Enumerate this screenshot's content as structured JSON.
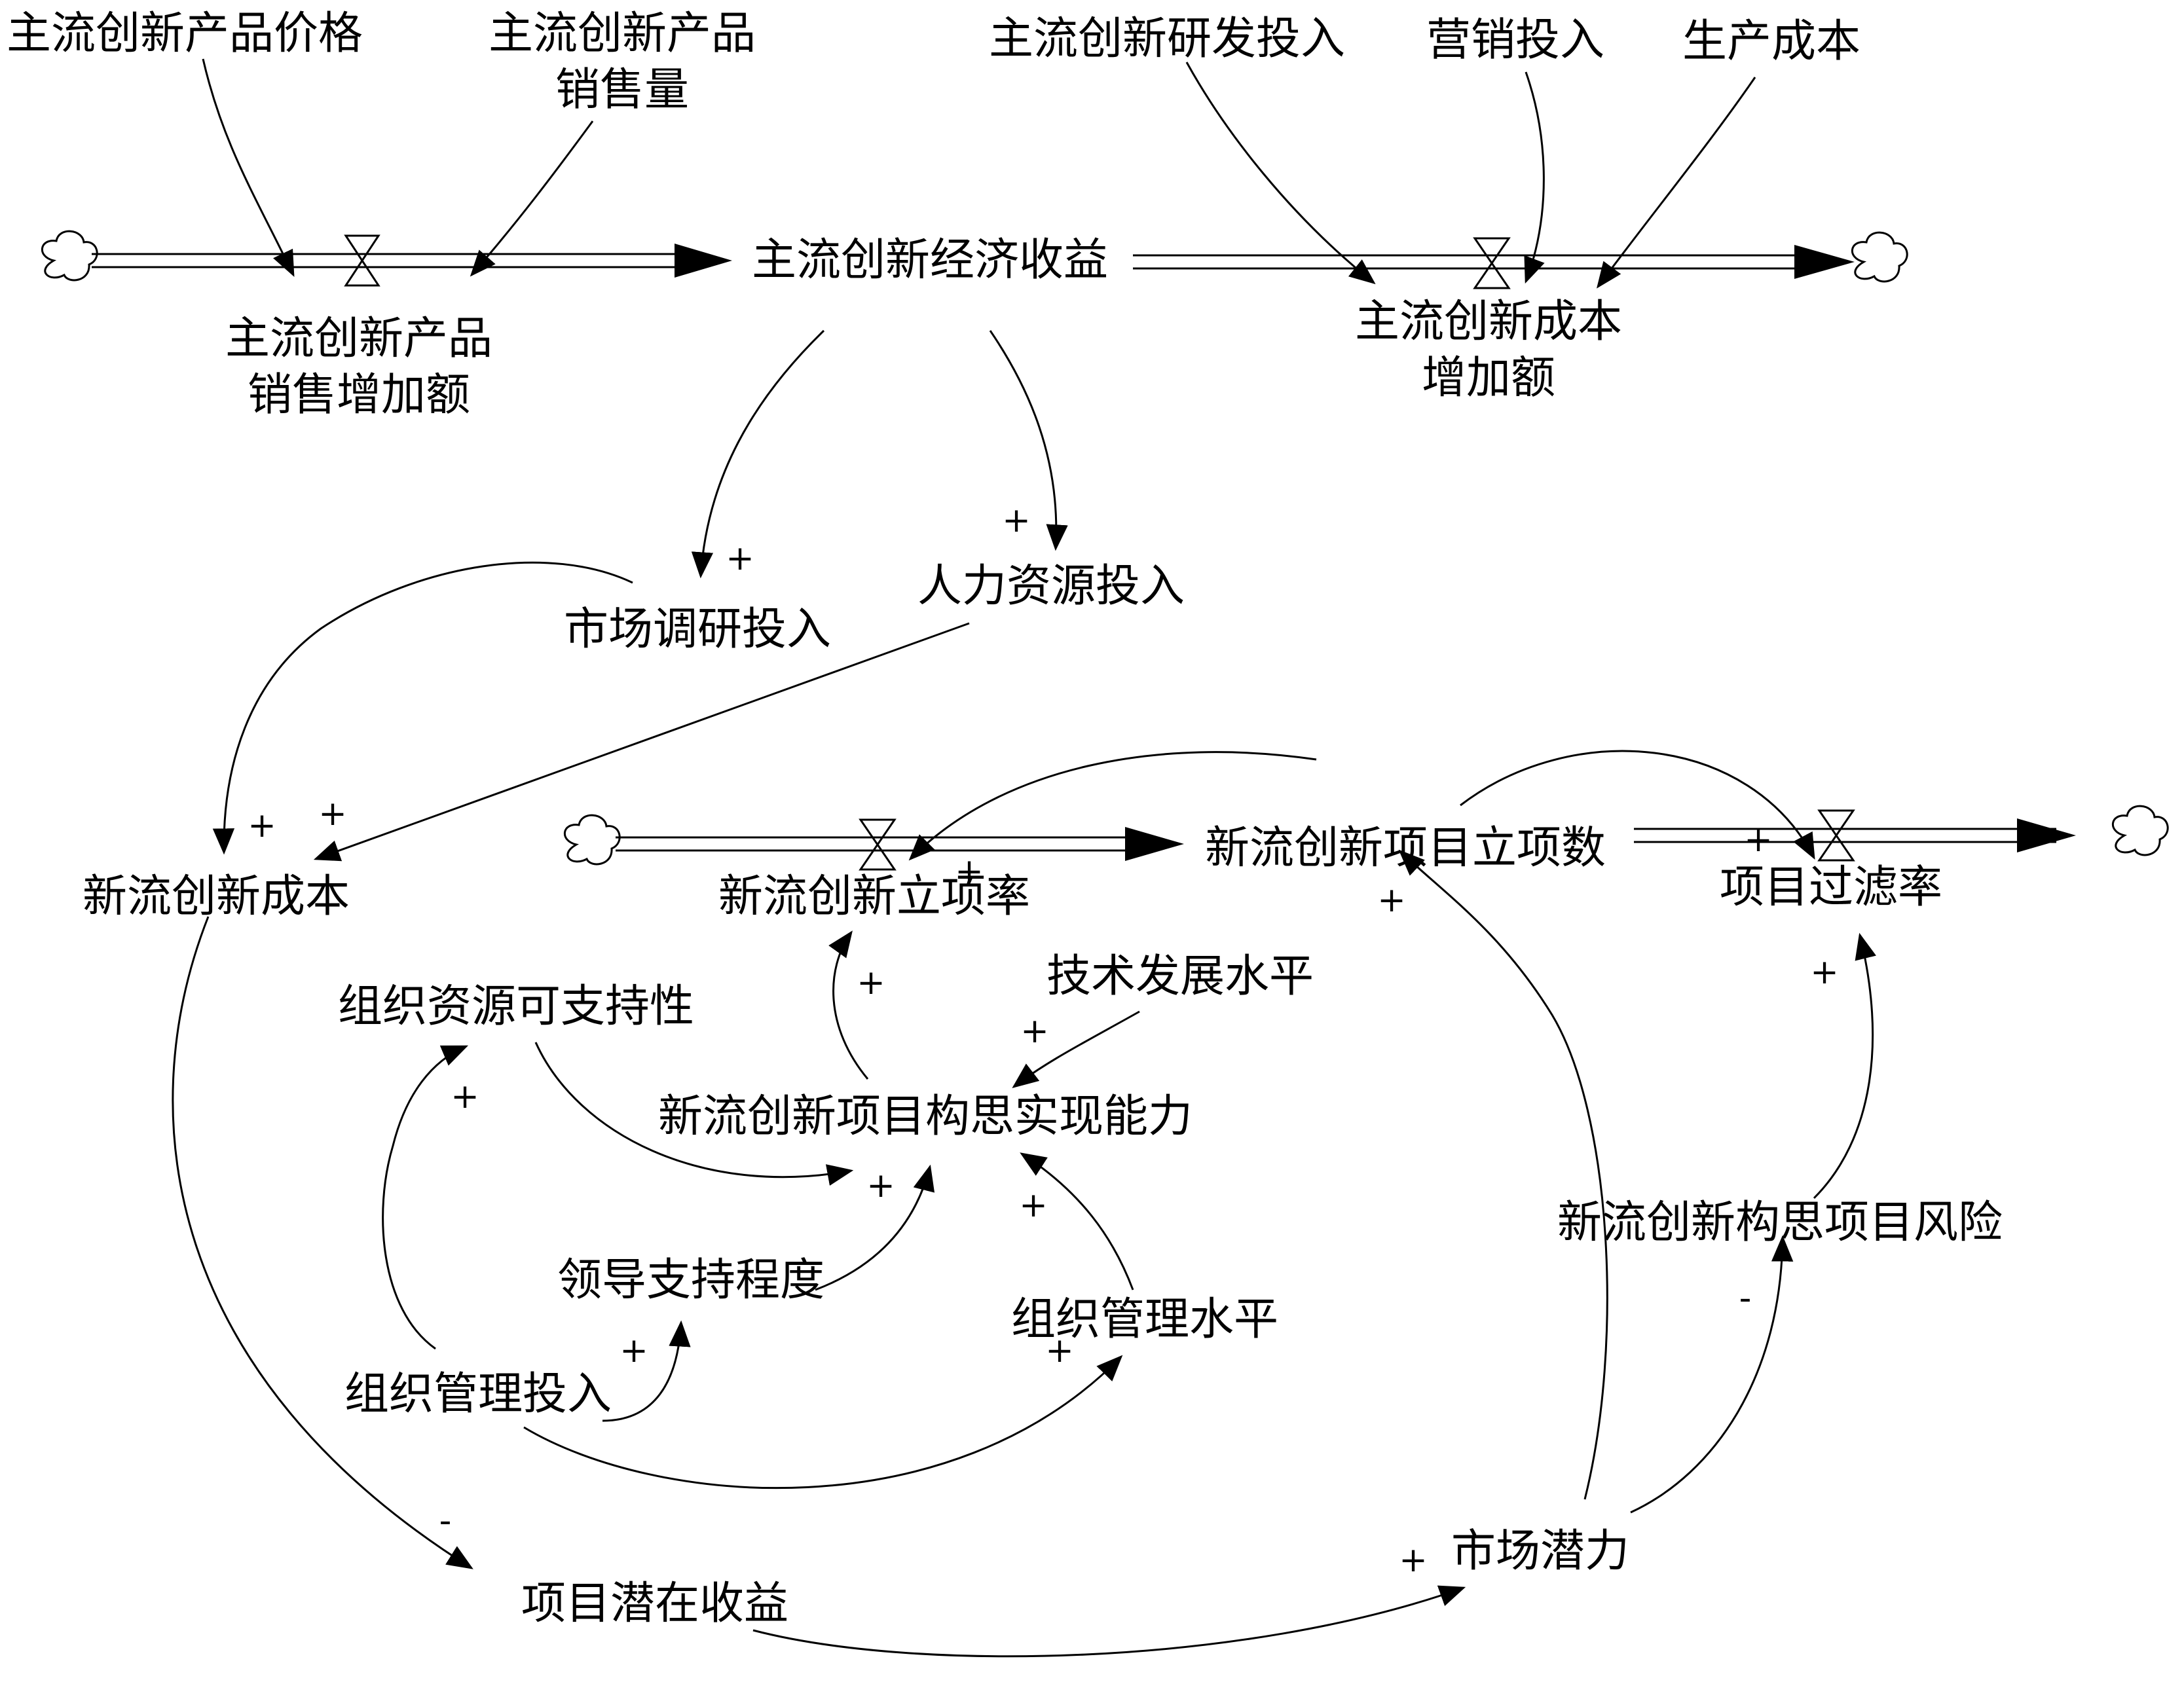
{
  "nodes": {
    "main_price": "主流创新产品价格",
    "main_sales_1": "主流创新产品",
    "main_sales_2": "销售量",
    "main_rd": "主流创新研发投入",
    "marketing": "营销投入",
    "prod_cost": "生产成本",
    "main_revenue": "主流创新经济收益",
    "main_sales_inc_1": "主流创新产品",
    "main_sales_inc_2": "销售增加额",
    "main_cost_inc_1": "主流创新成本",
    "main_cost_inc_2": "增加额",
    "market_research": "市场调研投入",
    "hr_input": "人力资源投入",
    "new_cost": "新流创新成本",
    "new_rate": "新流创新立项率",
    "new_count": "新流创新项目立项数",
    "filter_rate": "项目过滤率",
    "tech_level": "技术发展水平",
    "org_resource": "组织资源可支持性",
    "capability": "新流创新项目构思实现能力",
    "leader_support": "领导支持程度",
    "org_mgmt_level": "组织管理水平",
    "org_mgmt_input": "组织管理投入",
    "risk": "新流创新构思项目风险",
    "market_potential": "市场潜力",
    "potential_revenue": "项目潜在收益"
  },
  "signs": {
    "plus": "+",
    "minus": "-"
  }
}
